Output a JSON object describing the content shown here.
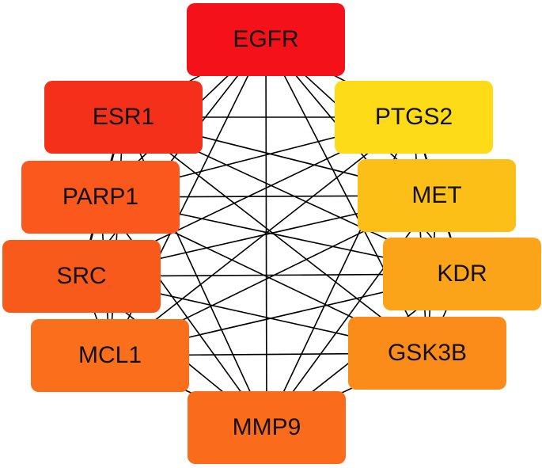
{
  "network": {
    "nodes": [
      {
        "id": "EGFR",
        "label": "EGFR",
        "color": "#f5111a"
      },
      {
        "id": "ESR1",
        "label": "ESR1",
        "color": "#f4301b"
      },
      {
        "id": "PTGS2",
        "label": "PTGS2",
        "color": "#fddb16"
      },
      {
        "id": "PARP1",
        "label": "PARP1",
        "color": "#fa581d"
      },
      {
        "id": "MET",
        "label": "MET",
        "color": "#fbbf17"
      },
      {
        "id": "SRC",
        "label": "SRC",
        "color": "#f85a1c"
      },
      {
        "id": "KDR",
        "label": "KDR",
        "color": "#fba419"
      },
      {
        "id": "MCL1",
        "label": "MCL1",
        "color": "#fa6f1c"
      },
      {
        "id": "GSK3B",
        "label": "GSK3B",
        "color": "#fb8c1a"
      },
      {
        "id": "MMP9",
        "label": "MMP9",
        "color": "#fa6b1c"
      }
    ],
    "edges": [
      [
        "EGFR",
        "ESR1"
      ],
      [
        "EGFR",
        "PTGS2"
      ],
      [
        "EGFR",
        "PARP1"
      ],
      [
        "EGFR",
        "MET"
      ],
      [
        "EGFR",
        "SRC"
      ],
      [
        "EGFR",
        "KDR"
      ],
      [
        "EGFR",
        "MCL1"
      ],
      [
        "EGFR",
        "GSK3B"
      ],
      [
        "EGFR",
        "MMP9"
      ],
      [
        "ESR1",
        "PTGS2"
      ],
      [
        "ESR1",
        "PARP1"
      ],
      [
        "ESR1",
        "MET"
      ],
      [
        "ESR1",
        "SRC"
      ],
      [
        "ESR1",
        "KDR"
      ],
      [
        "ESR1",
        "MCL1"
      ],
      [
        "ESR1",
        "GSK3B"
      ],
      [
        "ESR1",
        "MMP9"
      ],
      [
        "PTGS2",
        "PARP1"
      ],
      [
        "PTGS2",
        "MET"
      ],
      [
        "PTGS2",
        "SRC"
      ],
      [
        "PTGS2",
        "KDR"
      ],
      [
        "PTGS2",
        "MCL1"
      ],
      [
        "PTGS2",
        "GSK3B"
      ],
      [
        "PTGS2",
        "MMP9"
      ],
      [
        "PARP1",
        "MET"
      ],
      [
        "PARP1",
        "SRC"
      ],
      [
        "PARP1",
        "KDR"
      ],
      [
        "PARP1",
        "MCL1"
      ],
      [
        "PARP1",
        "GSK3B"
      ],
      [
        "PARP1",
        "MMP9"
      ],
      [
        "MET",
        "SRC"
      ],
      [
        "MET",
        "KDR"
      ],
      [
        "MET",
        "MCL1"
      ],
      [
        "MET",
        "GSK3B"
      ],
      [
        "MET",
        "MMP9"
      ],
      [
        "SRC",
        "KDR"
      ],
      [
        "SRC",
        "MCL1"
      ],
      [
        "SRC",
        "GSK3B"
      ],
      [
        "SRC",
        "MMP9"
      ],
      [
        "KDR",
        "MCL1"
      ],
      [
        "KDR",
        "GSK3B"
      ],
      [
        "KDR",
        "MMP9"
      ],
      [
        "MCL1",
        "GSK3B"
      ],
      [
        "MCL1",
        "MMP9"
      ],
      [
        "GSK3B",
        "MMP9"
      ]
    ],
    "edge_color": "#000000"
  }
}
